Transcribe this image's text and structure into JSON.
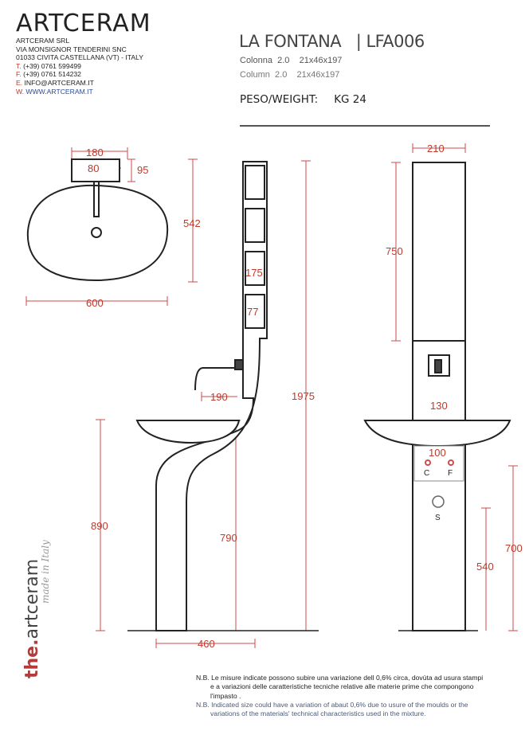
{
  "brand": {
    "logo": "ARTCERAM"
  },
  "company": {
    "name": "ARTCERAM SRL",
    "street": "VIA MONSIGNOR TENDERINI SNC",
    "city": "01033 CIVITA CASTELLANA (VT) - ITALY",
    "phone_prefix": "T.",
    "phone": "(+39) 0761 599499",
    "fax_prefix": "F.",
    "fax": "(+39) 0761 514232",
    "email_prefix": "E.",
    "email": "INFO@ARTCERAM.IT",
    "web_prefix": "W.",
    "web": "WWW.ARTCERAM.IT"
  },
  "product": {
    "title": "LA FONTANA   | LFA006",
    "line_it": "Colonna  2.0    21x46x197",
    "line_en": "Column  2.0    21x46x197",
    "weight_label": "PESO/WEIGHT:",
    "weight_value": "KG 24"
  },
  "dimensions": {
    "top_width_inner": "180",
    "top_inner": "80",
    "top_height": "95",
    "basin_depth": "542",
    "basin_width": "600",
    "shelf_height": "175",
    "shelf_depth": "77",
    "spout": "190",
    "total_height": "1975",
    "basin_height": "890",
    "waist_height": "790",
    "base_depth": "460",
    "column_width": "210",
    "upper_height": "750",
    "mixer_height": "130",
    "pipe_spacing": "100",
    "label_c": "C",
    "label_f": "F",
    "label_s": "S",
    "drain_height": "700",
    "feed_height": "540"
  },
  "side_brand": {
    "the": "the.",
    "name": "artceram",
    "made": "made in Italy"
  },
  "notes": {
    "it_prefix": "N.B.",
    "it_line1": "Le misure indicate possono subire una variazione dell 0,6% circa, dovùta ad usura stampi",
    "it_line2": "e a variazioni delle caratteristiche tecniche relative alle materie  prime che  compongono",
    "it_line3": "l'impasto .",
    "en_prefix": "N.B.",
    "en_line1": "Indicated size could have a variation  of  abaut 0,6%  due   to usure of  the  moulds or the",
    "en_line2": "variations of the materials' technical characteristics used in the mixture."
  },
  "colors": {
    "accent_red": "#c0392b",
    "dim_red": "#d04a4a",
    "link_blue": "#2b4c9b",
    "line_dark": "#333333"
  }
}
